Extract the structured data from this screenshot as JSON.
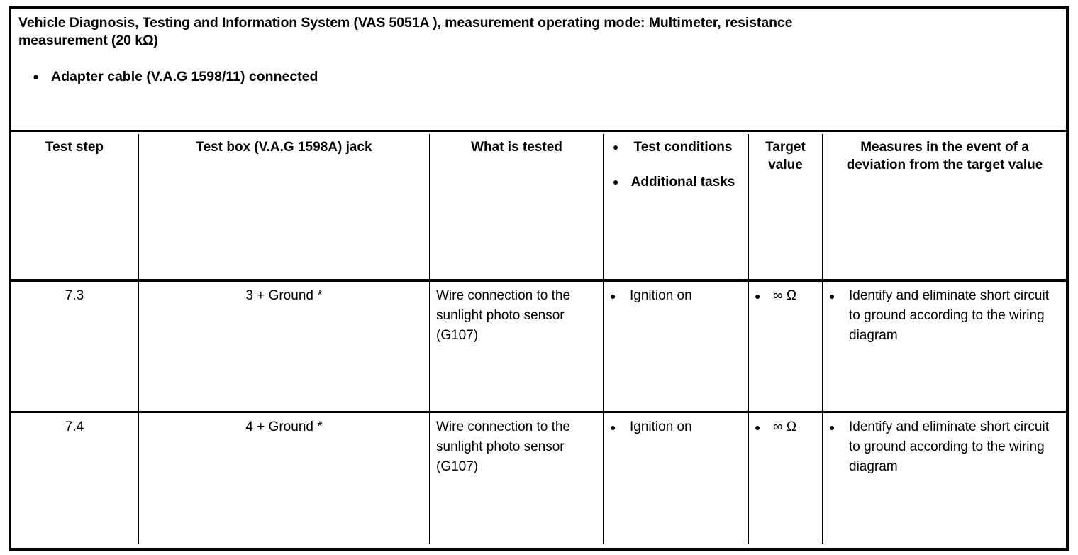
{
  "document": {
    "title_line1": "Vehicle Diagnosis, Testing and Information System (VAS 5051A ), measurement operating mode: Multimeter, resistance",
    "title_line2": "measurement (20 kΩ)",
    "intro_bullets": [
      "Adapter cable (V.A.G 1598/11) connected"
    ],
    "bullet_glyph": "●"
  },
  "table": {
    "columns": [
      {
        "key": "test_step",
        "label": "Test step"
      },
      {
        "key": "test_box_jack",
        "label": "Test box (V.A.G 1598A) jack"
      },
      {
        "key": "what_is_tested",
        "label": "What is tested"
      },
      {
        "key": "conditions",
        "label_bullets": [
          "Test conditions",
          "Additional tasks"
        ]
      },
      {
        "key": "target_value",
        "label": "Target value"
      },
      {
        "key": "measures",
        "label": "Measures in the event of a deviation from the target value"
      }
    ],
    "rows": [
      {
        "test_step": "7.3",
        "test_box_jack": "3 + Ground *",
        "what_is_tested": "Wire connection to the sunlight photo sensor (G107)",
        "conditions": [
          "Ignition on"
        ],
        "target_value": [
          "∞ Ω"
        ],
        "measures": [
          "Identify and eliminate short circuit to ground according to the wiring diagram"
        ]
      },
      {
        "test_step": "7.4",
        "test_box_jack": "4 + Ground *",
        "what_is_tested": "Wire connection to the sunlight photo sensor (G107)",
        "conditions": [
          "Ignition on"
        ],
        "target_value": [
          "∞ Ω"
        ],
        "measures": [
          "Identify and eliminate short circuit to ground according to the wiring diagram"
        ]
      }
    ]
  },
  "colors": {
    "border": "#000000",
    "text": "#000000",
    "background": "#ffffff"
  }
}
